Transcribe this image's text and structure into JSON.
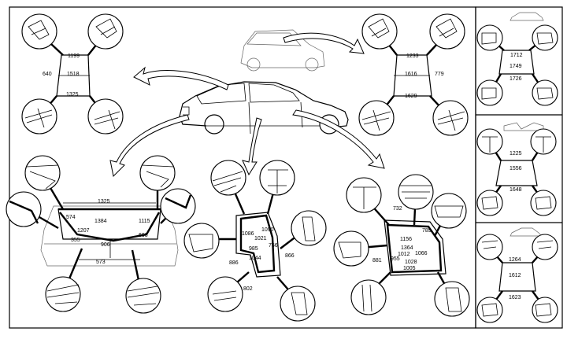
{
  "left_panel": {
    "top_left": {
      "labels": [
        "1199",
        "1518",
        "640",
        "1325"
      ]
    },
    "top_right": {
      "labels": [
        "1233",
        "1616",
        "779",
        "1629"
      ]
    },
    "rear": {
      "labels": [
        "1325",
        "574",
        "1384",
        "1115",
        "1207",
        "698",
        "355",
        "906",
        "573"
      ]
    },
    "rear_door": {
      "labels": [
        "1086",
        "1090",
        "1021",
        "985",
        "756",
        "866",
        "886",
        "1044",
        "802"
      ]
    },
    "front_door": {
      "labels": [
        "732",
        "789",
        "1156",
        "1364",
        "1012",
        "1066",
        "881",
        "955",
        "1028",
        "1005"
      ]
    }
  },
  "right_panel": {
    "section1": {
      "labels": [
        "1712",
        "1749",
        "1726"
      ]
    },
    "section2": {
      "labels": [
        "1225",
        "1556",
        "1648"
      ]
    },
    "section3": {
      "labels": [
        "1264",
        "1612",
        "1623"
      ]
    }
  }
}
